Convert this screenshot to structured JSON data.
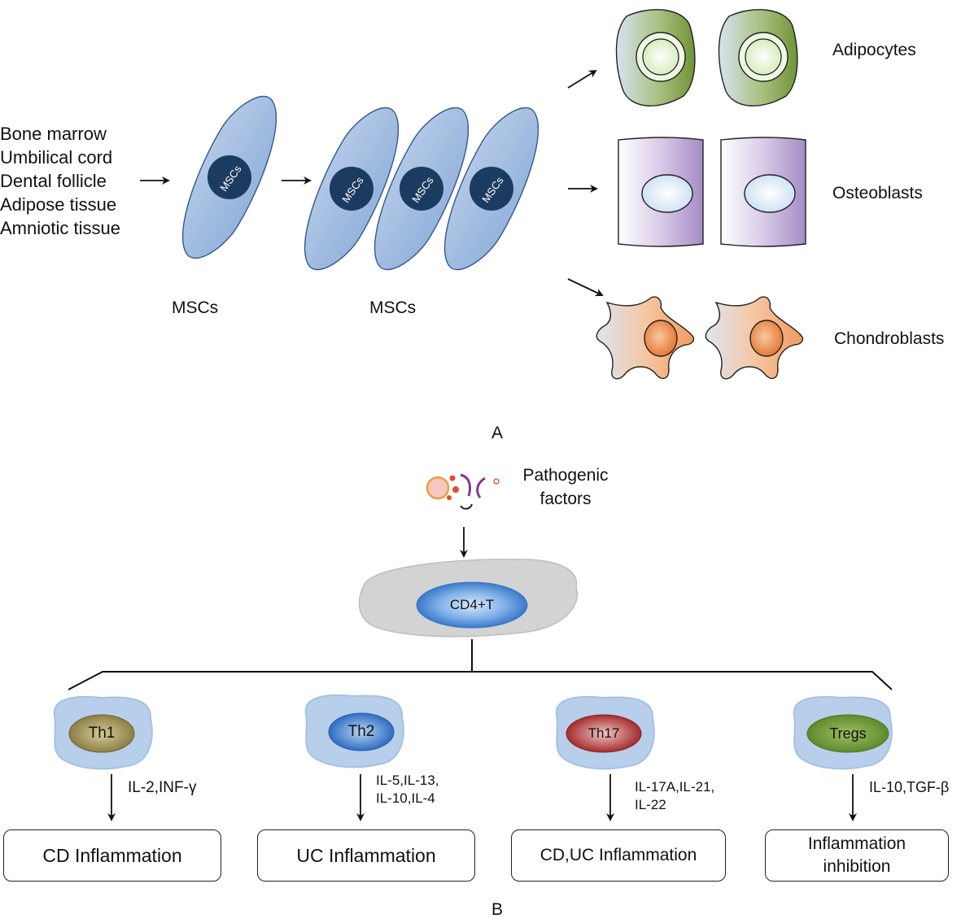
{
  "panel_a": {
    "sources": [
      "Bone marrow",
      "Umbilical cord",
      "Dental follicle",
      "Adipose tissue",
      "Amniotic tissue"
    ],
    "cell_label": "MSCs",
    "nucleus_label": "MSCs",
    "group_label": "MSCs",
    "outcomes": {
      "adipocytes": "Adipocytes",
      "osteoblasts": "Osteoblasts",
      "chondroblasts": "Chondroblasts"
    },
    "panel_label": "A",
    "colors": {
      "msc_fill": "#8fb0dc",
      "msc_nucleus": "#1b3a5f",
      "adipocyte": "#7a9c45",
      "osteoblast": "#a58fc7",
      "chondroblast": "#f2a36b"
    }
  },
  "panel_b": {
    "pathogenic": "Pathogenic\nfactors",
    "cd4": "CD4+T",
    "subsets": [
      {
        "name": "Th1",
        "cytokines": "IL-2,INF-γ",
        "outcome": "CD Inflammation",
        "color": "#9a8f4d"
      },
      {
        "name": "Th2",
        "cytokines": "IL-5,IL-13,\nIL-10,IL-4",
        "outcome": "UC Inflammation",
        "color": "#3f7ccb"
      },
      {
        "name": "Th17",
        "cytokines": "IL-17A,IL-21,\nIL-22",
        "outcome": "CD,UC Inflammation",
        "color": "#a93434"
      },
      {
        "name": "Tregs",
        "cytokines": "IL-10,TGF-β",
        "outcome": "Inflammation\ninhibition",
        "color": "#6e9a3a"
      }
    ],
    "panel_label": "B"
  }
}
